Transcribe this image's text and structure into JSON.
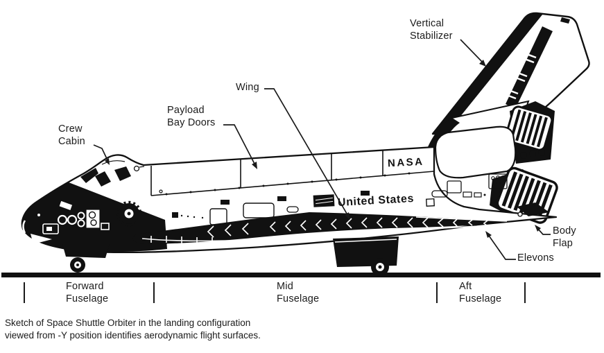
{
  "figure": {
    "caption": "Sketch of Space Shuttle Orbiter in the landing configuration\nviewed from -Y position identifies aerodynamic flight surfaces.",
    "labels": {
      "vertical_stabilizer": "Vertical\nStabilizer",
      "wing": "Wing",
      "payload_bay_doors": "Payload\nBay Doors",
      "crew_cabin": "Crew\nCabin",
      "body_flap": "Body\nFlap",
      "elevons": "Elevons"
    },
    "fuselage_sections": [
      {
        "id": "forward",
        "label": "Forward\nFuselage"
      },
      {
        "id": "mid",
        "label": "Mid\nFuselage"
      },
      {
        "id": "aft",
        "label": "Aft\nFuselage"
      }
    ],
    "markings": {
      "nasa": "NASA",
      "united_states": "United States"
    },
    "colors": {
      "ink": "#111111",
      "paper": "#ffffff"
    }
  }
}
